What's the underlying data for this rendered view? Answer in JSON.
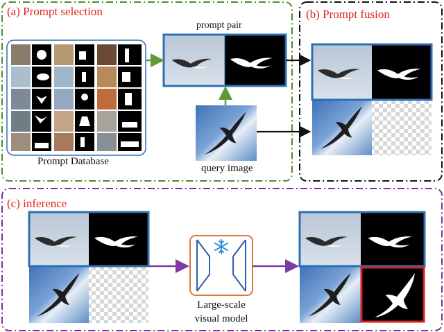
{
  "panels": {
    "prompt_selection": "(a) Prompt selection",
    "prompt_fusion": "(b) Prompt fusion",
    "inference": "(c) inference"
  },
  "captions": {
    "prompt_pair": "prompt pair",
    "prompt_database": "Prompt Database",
    "query_image": "query image",
    "model_line1": "Large-scale",
    "model_line2": "visual model"
  },
  "colors": {
    "panel_a_border": "#4e8a2f",
    "panel_b_border": "#111111",
    "panel_c_border": "#7b2f9a",
    "label_red": "#e0201b",
    "frame_blue": "#2d6fb5",
    "result_red": "#d32020",
    "arrow_green": "#5e9a3a",
    "arrow_purple": "#7d3aa0",
    "model_border": "#d97a3a",
    "model_lines": "#2f5fa8",
    "snowflake": "#2b8fd6"
  },
  "icons": [
    "snowflake-icon"
  ]
}
